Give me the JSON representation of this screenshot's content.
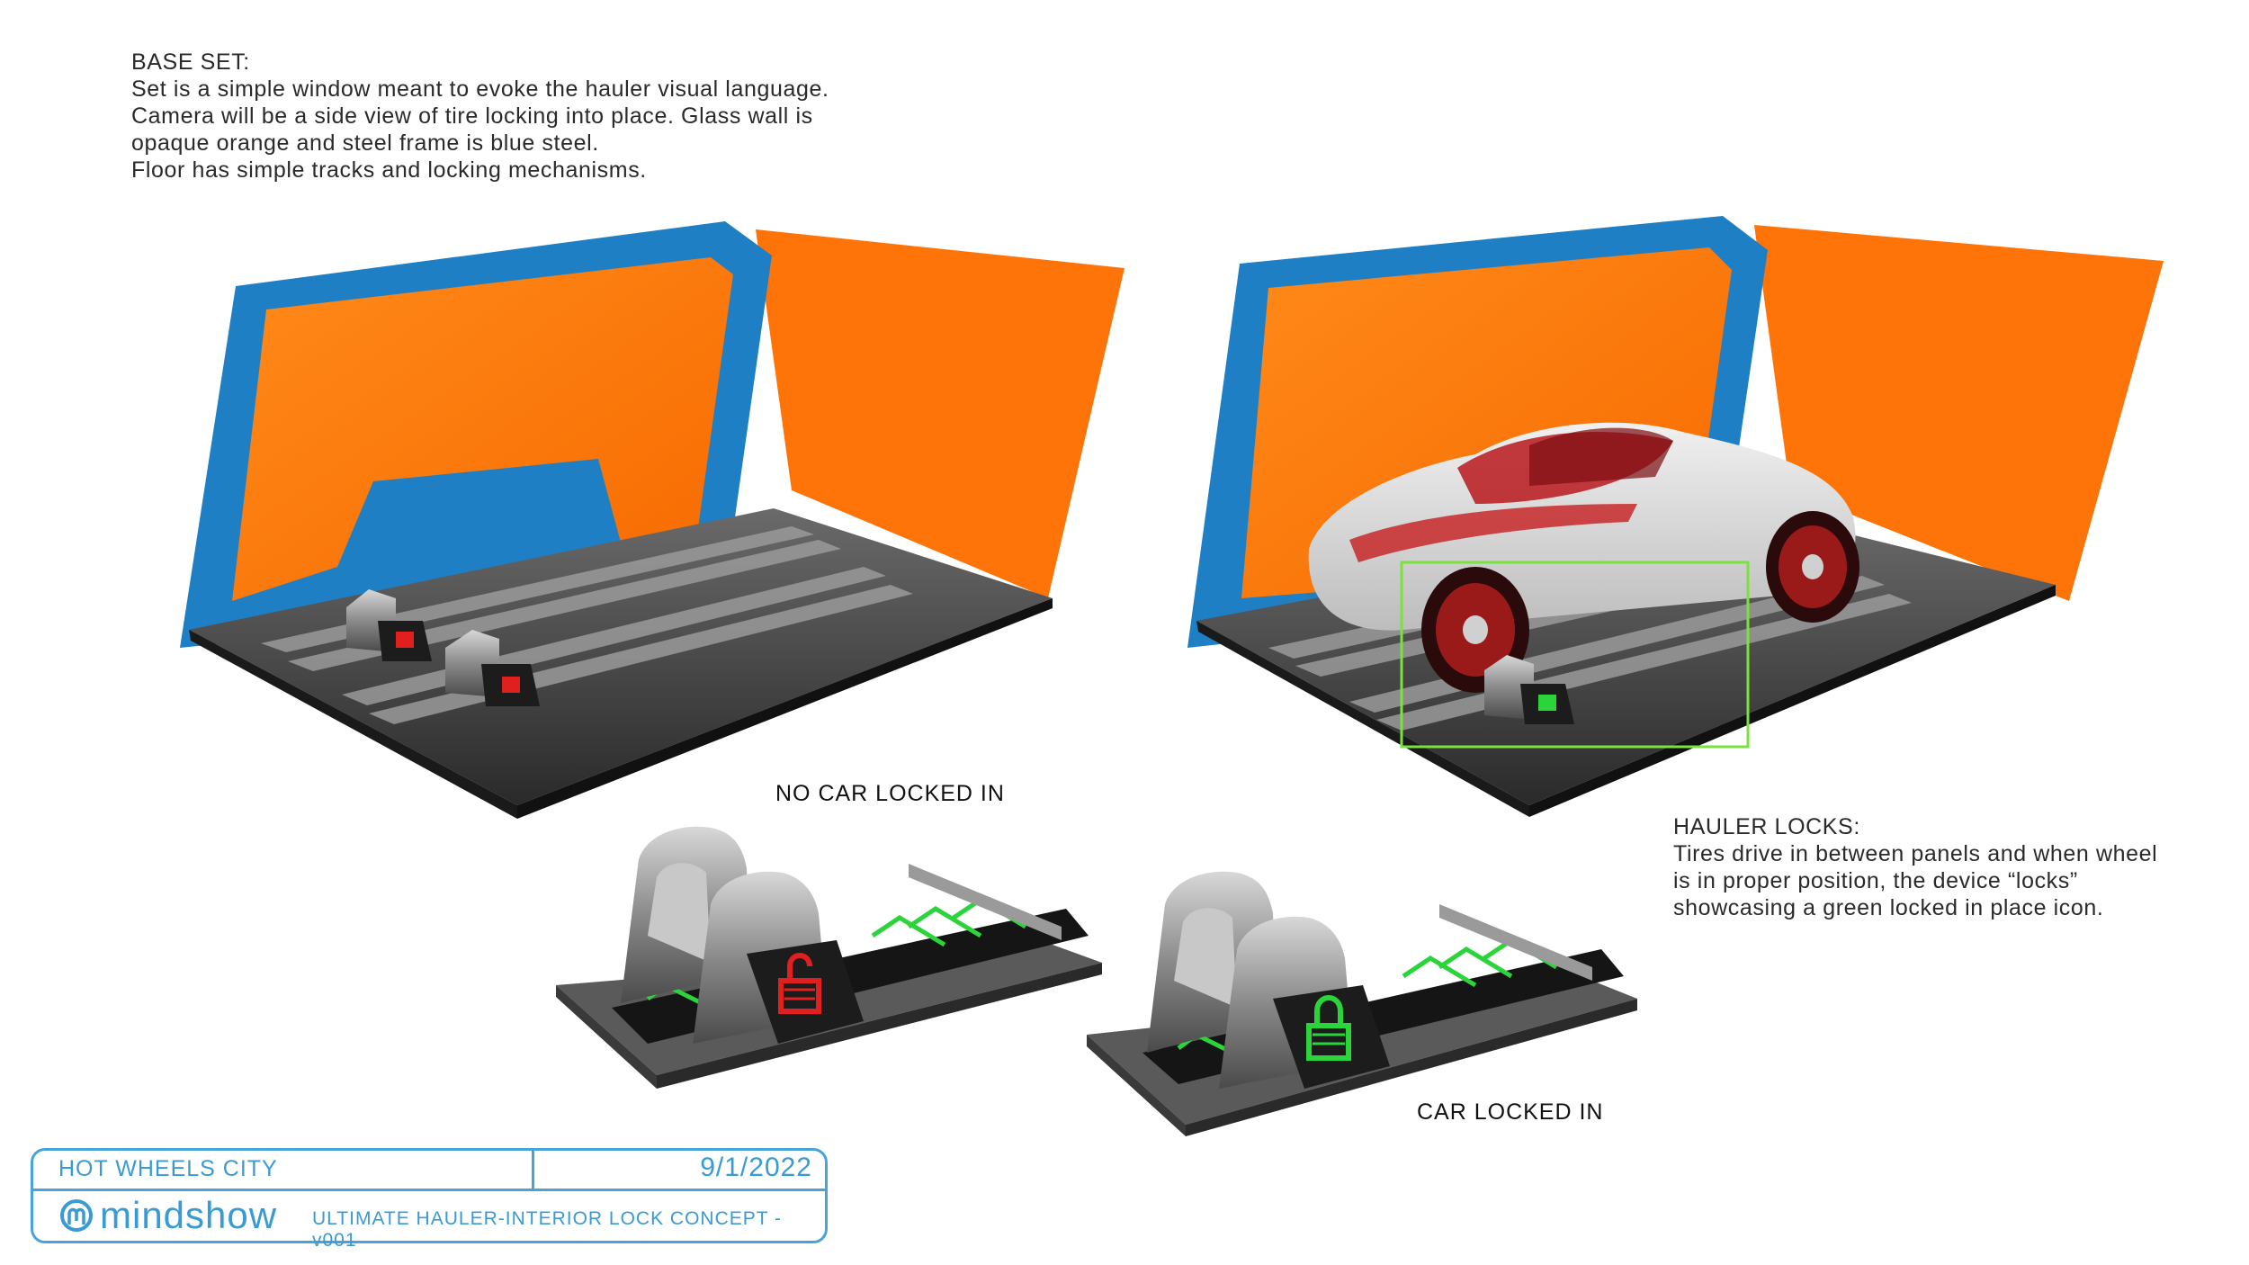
{
  "notes": {
    "base_set": "BASE SET:\nSet is a simple window meant to evoke the hauler visual language.\nCamera will be a side view of tire locking into place.  Glass wall is\nopaque orange and steel frame is blue steel.\nFloor has simple tracks and locking mechanisms.",
    "hauler_locks": "HAULER LOCKS:\nTires drive in between panels and when wheel\nis in proper position, the device “locks”\nshowcasing a green locked in place icon."
  },
  "captions": {
    "no_car": "NO CAR LOCKED IN",
    "car_locked": "CAR LOCKED IN"
  },
  "title_block": {
    "project": "HOT WHEELS CITY",
    "date": "9/1/2022",
    "brand": "mindshow",
    "sheet": "ULTIMATE HAULER-INTERIOR LOCK CONCEPT -v001"
  },
  "colors": {
    "frame_blue": "#1f7fc4",
    "glass_orange": "#ff7408",
    "steel_dark": "#3a3a3a",
    "lock_red": "#e0201e",
    "lock_green": "#2bd43a",
    "highlight_green": "#79e23c",
    "brand_blue": "#3a9ad4"
  },
  "icons": [
    "lock-open-icon",
    "lock-closed-icon",
    "mindshow-logo-icon"
  ]
}
